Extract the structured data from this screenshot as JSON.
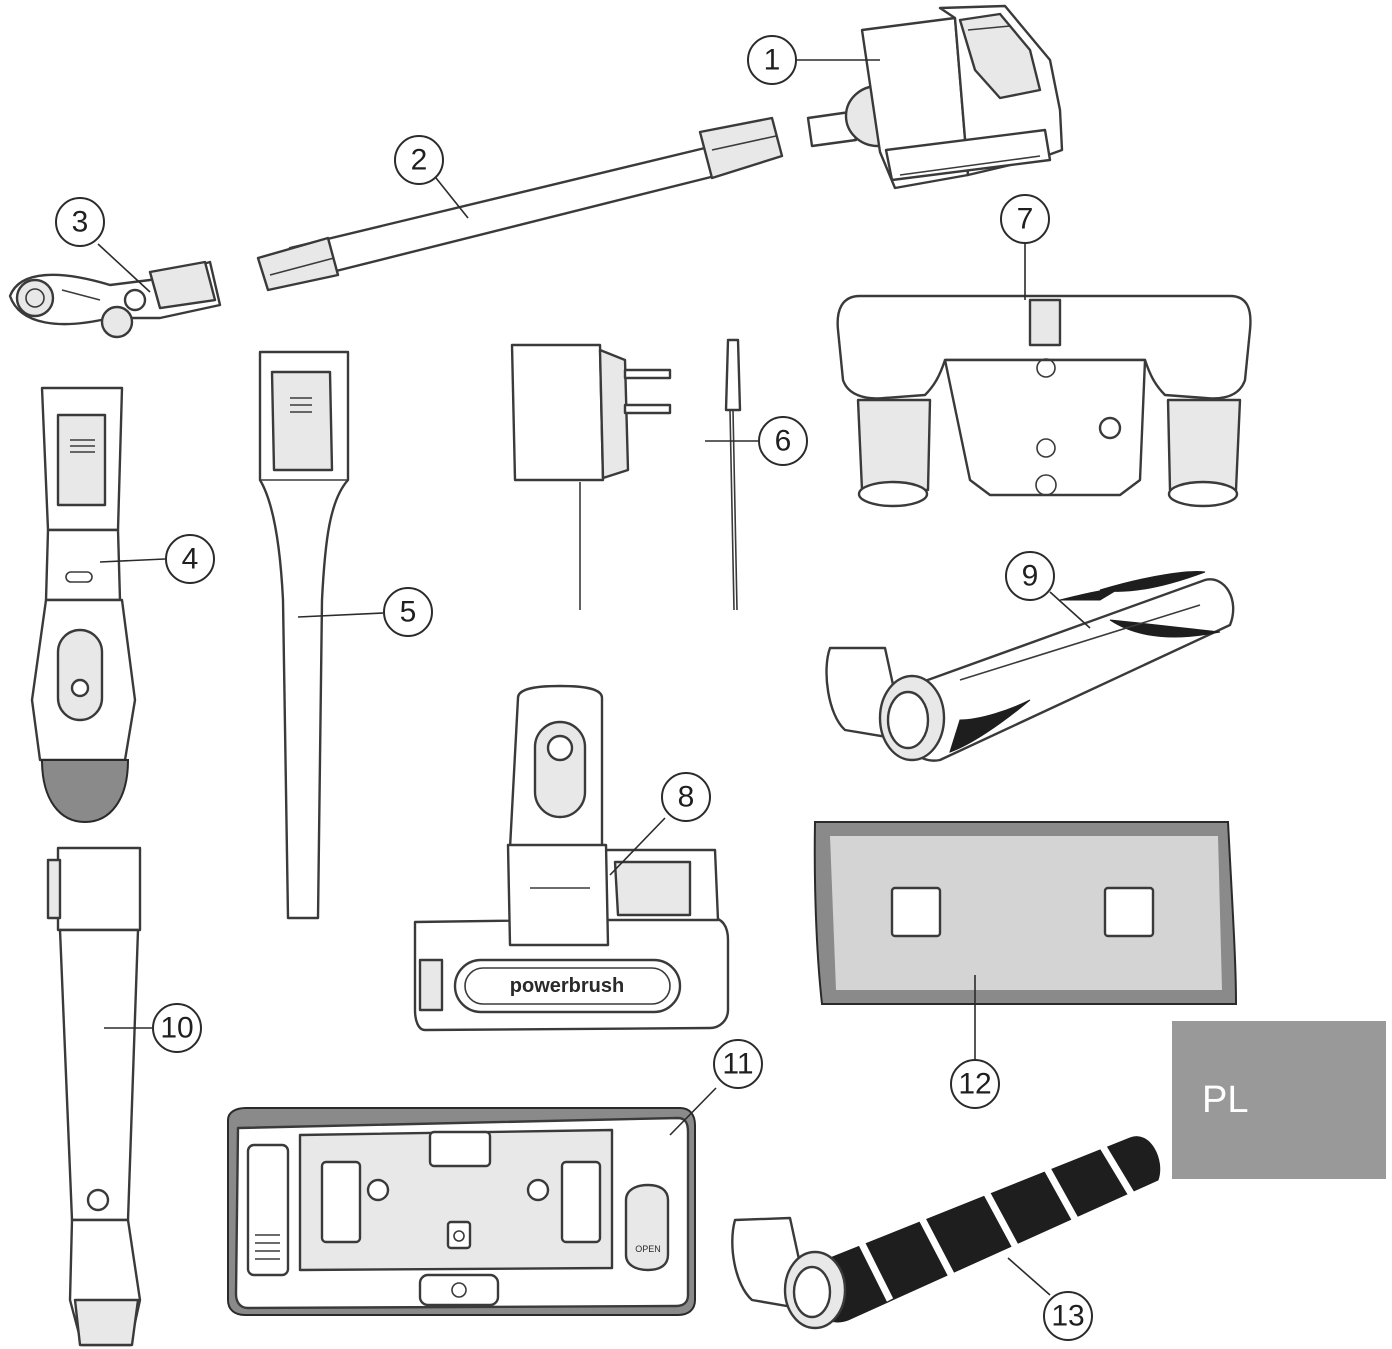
{
  "colors": {
    "language_box": "#999999",
    "line": "#3a3a3a",
    "background": "#ffffff"
  },
  "language_badge": "PL",
  "brand_label": "powerbrush",
  "button_label": "OPEN",
  "callouts": [
    {
      "id": "1",
      "label": "1"
    },
    {
      "id": "2",
      "label": "2"
    },
    {
      "id": "3",
      "label": "3"
    },
    {
      "id": "4",
      "label": "4"
    },
    {
      "id": "5",
      "label": "5"
    },
    {
      "id": "6",
      "label": "6"
    },
    {
      "id": "7",
      "label": "7"
    },
    {
      "id": "8",
      "label": "8"
    },
    {
      "id": "9",
      "label": "9"
    },
    {
      "id": "10",
      "label": "10"
    },
    {
      "id": "11",
      "label": "11"
    },
    {
      "id": "12",
      "label": "12"
    },
    {
      "id": "13",
      "label": "13"
    }
  ]
}
